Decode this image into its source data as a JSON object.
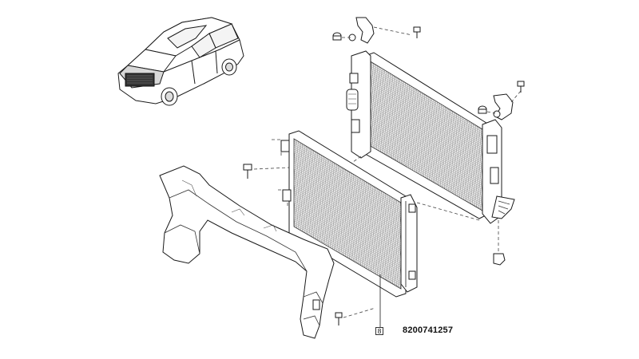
{
  "callout": {
    "ref_mark": "8",
    "part_number": "8200741257"
  },
  "colors": {
    "line": "#1a1a1a",
    "hatch": "#555555",
    "dash": "#444444",
    "background": "#ffffff"
  },
  "icons": [
    "car-illustration",
    "radiator",
    "condenser",
    "air-deflector",
    "bolt",
    "bracket",
    "grommet"
  ]
}
